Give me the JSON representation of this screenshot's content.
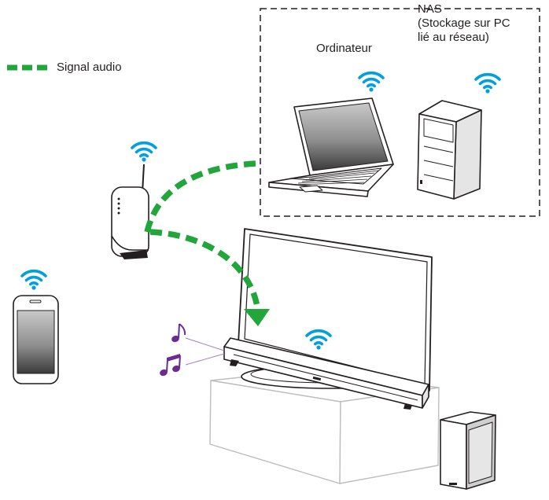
{
  "legend": {
    "label": "Signal audio",
    "color": "#22a53b"
  },
  "devices": {
    "computer": {
      "label": "Ordinateur"
    },
    "nas": {
      "label": "NAS",
      "sublabel_line1": "(Stockage sur PC",
      "sublabel_line2": "lié au réseau)"
    }
  },
  "colors": {
    "wifi": "#00a0e0",
    "audio_signal": "#22a53b",
    "music_notes": "#6a2c91",
    "outline": "#231f20"
  },
  "icons": [
    "wifi-icon",
    "router-icon",
    "laptop-icon",
    "nas-icon",
    "smartphone-icon",
    "tv-icon",
    "soundbar-icon",
    "subwoofer-icon",
    "music-note-icon"
  ]
}
